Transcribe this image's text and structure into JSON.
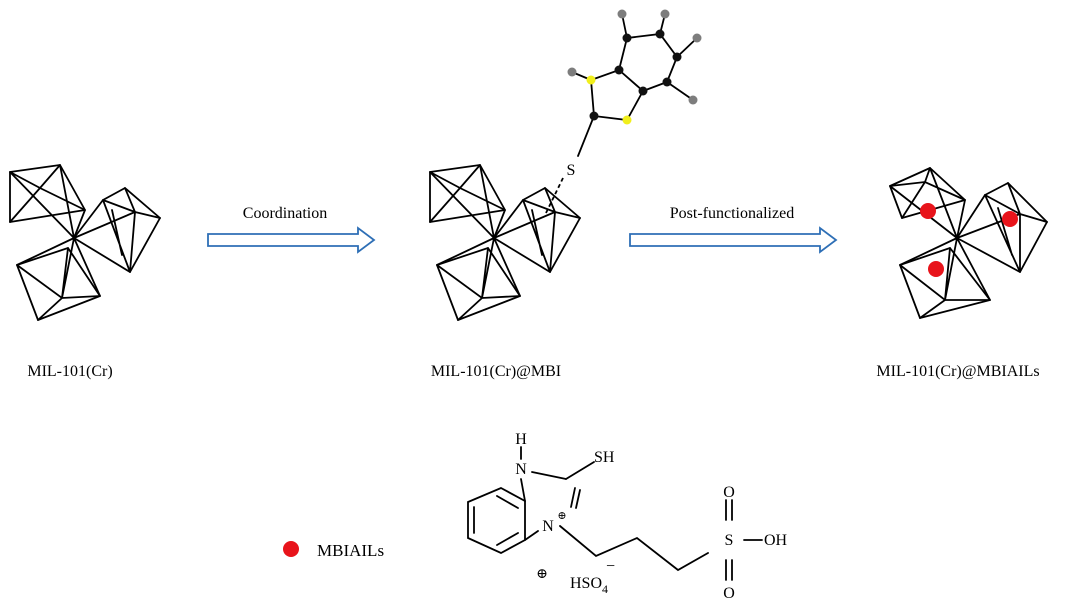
{
  "stages": [
    {
      "label": "MIL-101(Cr)"
    },
    {
      "label": "MIL-101(Cr)@MBI"
    },
    {
      "label": "MIL-101(Cr)@MBIAILs"
    }
  ],
  "arrows": [
    {
      "label": "Coordination"
    },
    {
      "label": "Post-functionalized"
    }
  ],
  "molecule_top": {
    "sulfur_label": "S"
  },
  "legend": {
    "label": "MBIAILs",
    "marker_color": "#e8141b"
  },
  "structure": {
    "h_label": "H",
    "n_top_label": "N",
    "sh_label": "SH",
    "n_plus_label": "N",
    "plus_symbol": "⊕",
    "counterion_base": "HSO",
    "counterion_sub": "4",
    "counterion_charge": "−",
    "o_top_label": "O",
    "s_label": "S",
    "oh_label": "OH",
    "o_bottom_label": "O"
  },
  "colors": {
    "arrow_stroke": "#2e6fb6",
    "atom_sulfur": "#f1ef1c",
    "atom_carbon": "#111111",
    "atom_hydrogen": "#7d7d7d",
    "dot": "#e8141b"
  }
}
